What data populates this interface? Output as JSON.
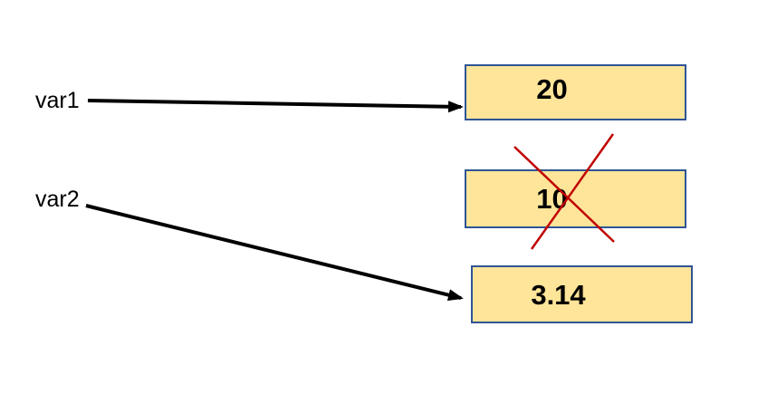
{
  "diagram": {
    "title": "variable-reassignment-diagram",
    "background": "#FFFFFF",
    "variables": [
      {
        "name": "var1",
        "points_to": "20"
      },
      {
        "name": "var2",
        "points_to": "3.14"
      }
    ],
    "boxes": [
      {
        "value": "20",
        "crossed_out": false
      },
      {
        "value": "10",
        "crossed_out": true
      },
      {
        "value": "3.14",
        "crossed_out": false
      }
    ],
    "colors": {
      "box_fill": "#FFE599",
      "box_border": "#2F5496",
      "arrow": "#000000",
      "cross_out": "#C00000",
      "text": "#000000"
    }
  }
}
